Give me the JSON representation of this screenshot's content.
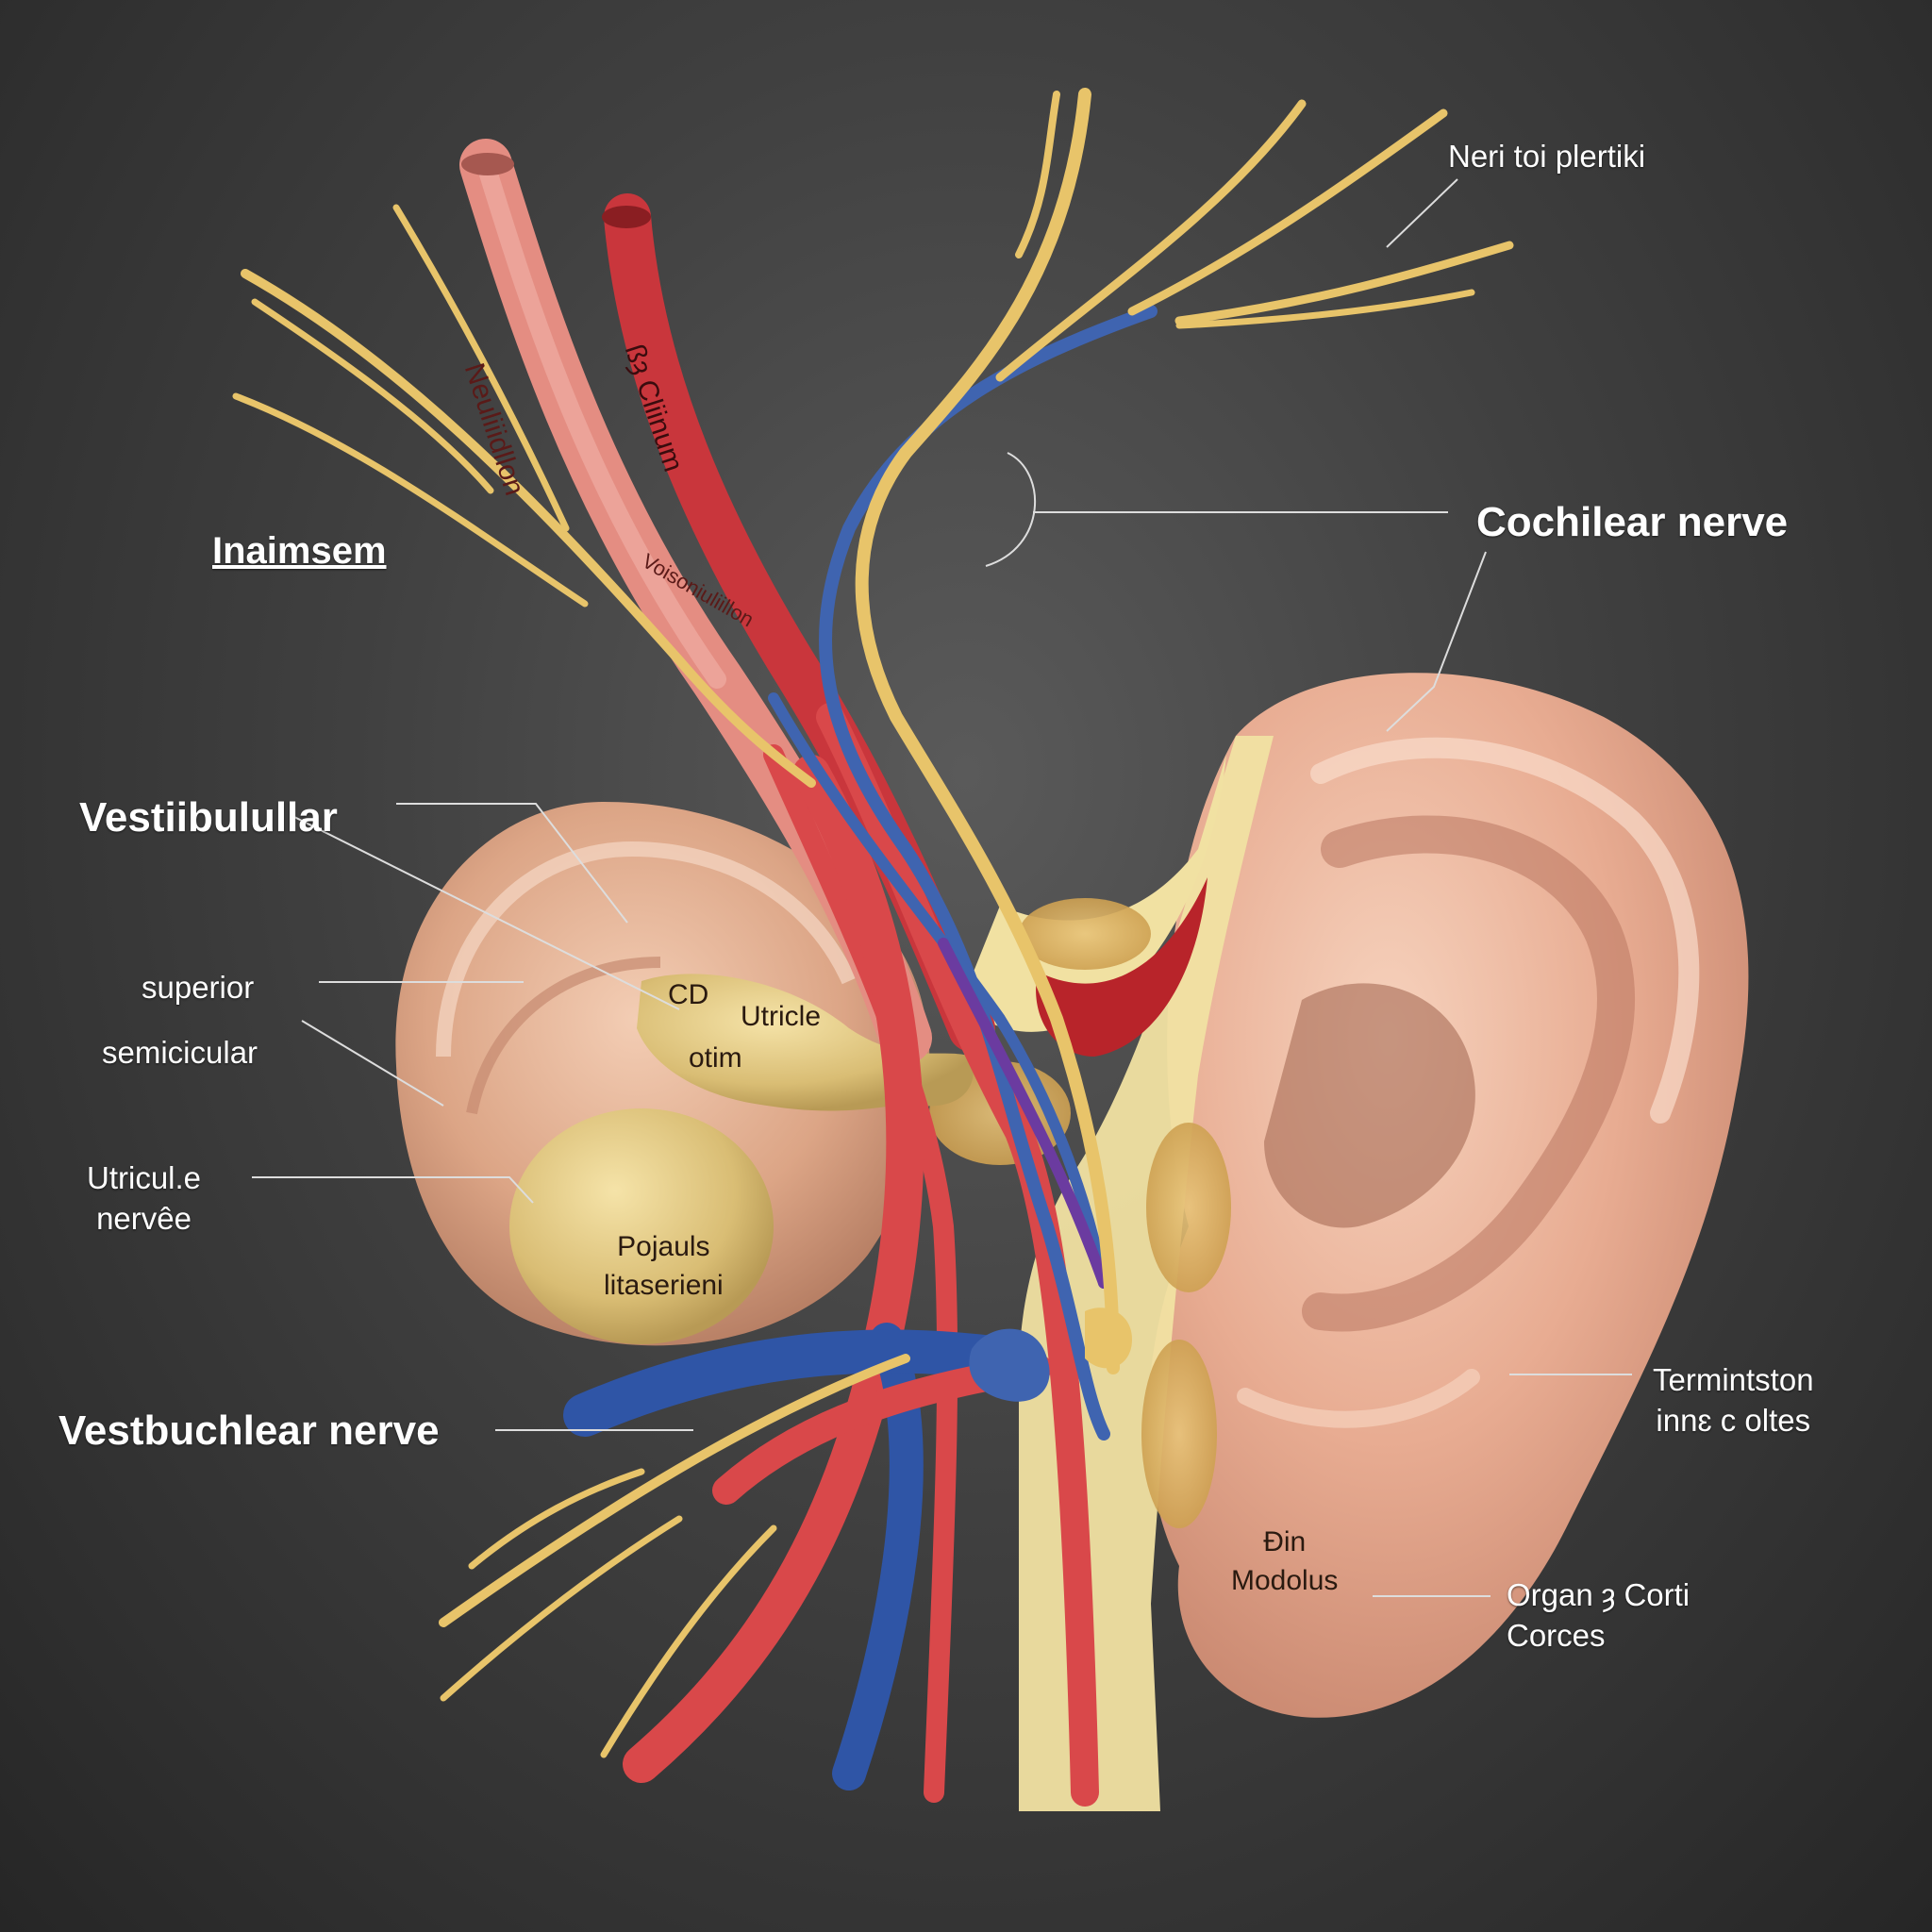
{
  "colors": {
    "background": "#3a3a3a",
    "nerve": "#e8c46a",
    "artery": "#d9484a",
    "vein": "#3f64b0",
    "tissue": "#e8b596",
    "bone": "#f2e3a6"
  },
  "labels": {
    "top_right": "Neri toi plertiki",
    "cochlear_nerve": "Cochilear nerve",
    "inaimsem": "Inaimsem",
    "vestibulullar": "Vestiibulullar",
    "superior": "superior",
    "semicicular": "semicicular",
    "utricule_1": "Utricul.e",
    "utricule_2": "nervêe",
    "vestibulo_cochlear": "Vestbuchlear nerve",
    "termintston_1": "Termintston",
    "termintston_2": "innɛ c oltes",
    "organ_corti_1": "Organ ȝ Corti",
    "organ_corti_2": "Corces"
  },
  "inner_labels": {
    "vessel_1": "Neuliiidllon",
    "vessel_2": "ßȝ Cliinum",
    "vessel_3": "Voisoniuliillon",
    "utricle_cd": "CD",
    "utricle": "Utricle",
    "otim": "otim",
    "pojauls_1": "Pojauls",
    "pojauls_2": "litaserieni",
    "modolus_1": "Ɖin",
    "modolus_2": "Modolus"
  }
}
